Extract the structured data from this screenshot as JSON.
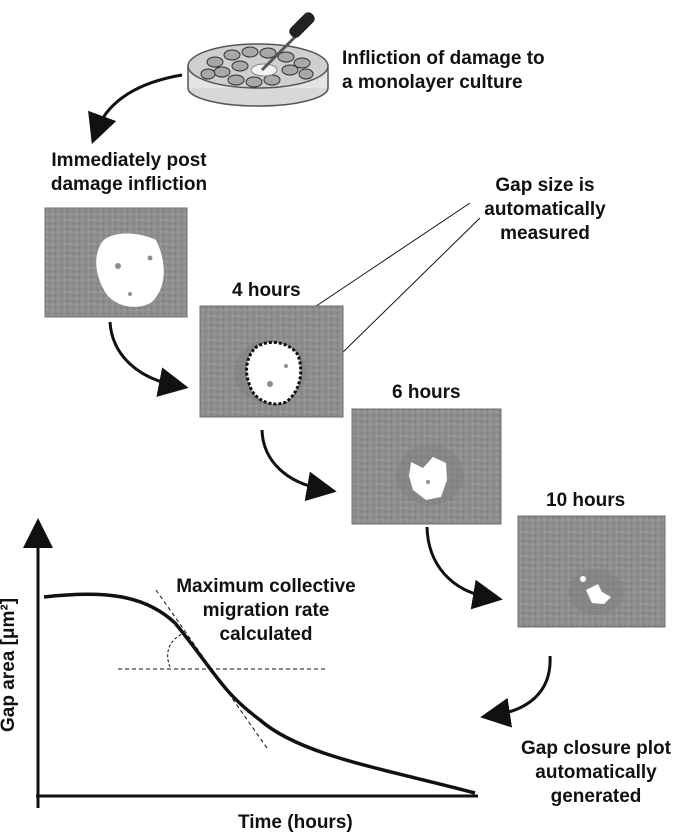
{
  "infliction": {
    "line1": "Infliction of damage to",
    "line2": "a monolayer culture"
  },
  "post_damage": {
    "line1": "Immediately post",
    "line2": "damage infliction"
  },
  "gap_measured": {
    "line1": "Gap size is",
    "line2": "automatically",
    "line3": "measured"
  },
  "timepoints": {
    "t4": "4 hours",
    "t6": "6 hours",
    "t10": "10 hours"
  },
  "max_rate": {
    "line1": "Maximum collective",
    "line2": "migration rate",
    "line3": "calculated"
  },
  "plot_note": {
    "line1": "Gap closure plot",
    "line2": "automatically",
    "line3": "generated"
  },
  "axes": {
    "y_label": "Gap area [μm²]",
    "x_label": "Time (hours)"
  },
  "colors": {
    "cell_panel": "#8e8e8e",
    "gap": "#ffffff",
    "ink": "#111111"
  },
  "icons": {
    "dish": "petri-dish-icon",
    "dropper": "pipette-icon"
  }
}
